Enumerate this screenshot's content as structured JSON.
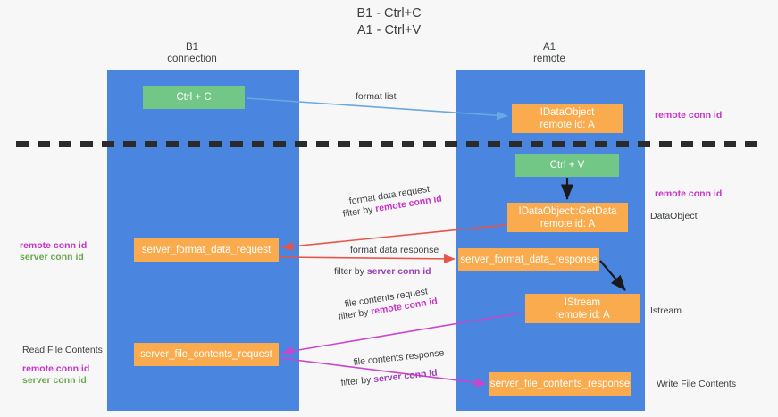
{
  "title": {
    "line1": "B1 - Ctrl+C",
    "line2": "A1 - Ctrl+V"
  },
  "columns": [
    {
      "name": "B1",
      "role": "connection"
    },
    {
      "name": "A1",
      "role": "remote"
    }
  ],
  "nodes": {
    "ctrl_c": {
      "label": "Ctrl + C",
      "color": "#72c787"
    },
    "idataobject": {
      "line1": "IDataObject",
      "line2": "remote id: A",
      "color": "#f9ab4e"
    },
    "ctrl_v": {
      "label": "Ctrl + V",
      "color": "#72c787"
    },
    "getdata": {
      "line1": "IDataObject::GetData",
      "line2": "remote id: A",
      "color": "#f9ab4e"
    },
    "format_data_request": {
      "label": "server_format_data_request",
      "color": "#f9ab4e"
    },
    "format_data_response": {
      "label": "server_format_data_response",
      "color": "#f9ab4e"
    },
    "istream": {
      "line1": "IStream",
      "line2": "remote id: A",
      "color": "#f9ab4e"
    },
    "file_contents_request": {
      "label": "server_file_contents_request",
      "color": "#f9ab4e"
    },
    "file_contents_response": {
      "label": "server_file_contents_response",
      "color": "#f9ab4e"
    }
  },
  "edge_labels": {
    "format_list": "format list",
    "format_data_request": "format data request",
    "format_data_request_filter_prefix": "filter by ",
    "format_data_request_filter_key": "remote conn id",
    "format_data_response": "format data response",
    "format_data_response_filter_prefix": "filter by ",
    "format_data_response_filter_key": "server conn id",
    "file_contents_request": "file contents request",
    "file_contents_request_filter_prefix": "filter by ",
    "file_contents_request_filter_key": "remote conn id",
    "file_contents_response": "file contents response",
    "file_contents_response_filter_prefix": "filter by ",
    "file_contents_response_filter_key": "server conn id"
  },
  "annotations": {
    "left_mid": {
      "remote": "remote conn id",
      "server": "server conn id"
    },
    "left_bottom": {
      "heading": "Read File Contents",
      "remote": "remote conn id",
      "server": "server conn id"
    },
    "right_top": "remote conn id",
    "right_mid_key": "remote conn id",
    "right_dataobject": "DataObject",
    "right_istream": "Istream",
    "right_write": "Write File Contents"
  },
  "colors": {
    "lane": "#4a86e0",
    "green_node": "#72c787",
    "orange_node": "#f9ab4e",
    "remote_key": "#c832c8",
    "server_key_green": "#6aa84f",
    "server_key_purple": "#9b3fb5",
    "arrow_blue": "#6aa9e0",
    "arrow_red": "#e8544a",
    "arrow_magenta": "#cc44cc",
    "arrow_black": "#1a1a1a",
    "separator": "#2b2b2b",
    "background": "#f7f7f7",
    "text": "#3c4043"
  }
}
